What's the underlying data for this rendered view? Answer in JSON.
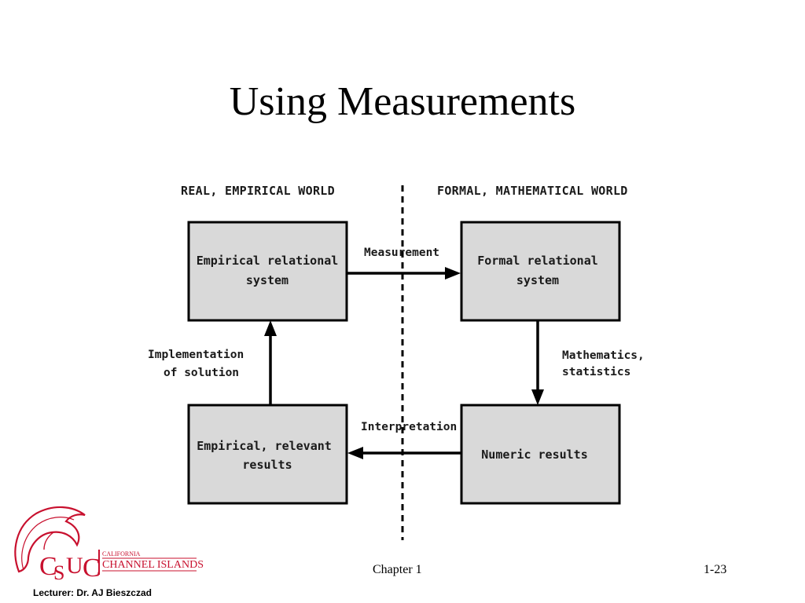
{
  "slide": {
    "title": "Using Measurements"
  },
  "diagram": {
    "left_world_label": "REAL, EMPIRICAL WORLD",
    "right_world_label": "FORMAL, MATHEMATICAL WORLD",
    "boxes": {
      "empirical_relational": [
        "Empirical relational",
        "system"
      ],
      "formal_relational": [
        "Formal relational",
        "system"
      ],
      "numeric_results": [
        "Numeric results"
      ],
      "empirical_relevant": [
        "Empirical, relevant",
        "results"
      ]
    },
    "arrows": {
      "measurement": [
        "Measurement"
      ],
      "mathematics": [
        "Mathematics,",
        "statistics"
      ],
      "interpretation": [
        "Interpretation"
      ],
      "implementation": [
        "Implementation",
        "of solution"
      ]
    }
  },
  "logo": {
    "top_text": "CALIFORNIA",
    "main_text": "CHANNEL ISLANDS",
    "letters": "CSUCI",
    "accent_color": "#c8102e"
  },
  "footer": {
    "chapter": "Chapter 1",
    "page": "1-23",
    "lecturer": "Lecturer: Dr. AJ Bieszczad"
  }
}
